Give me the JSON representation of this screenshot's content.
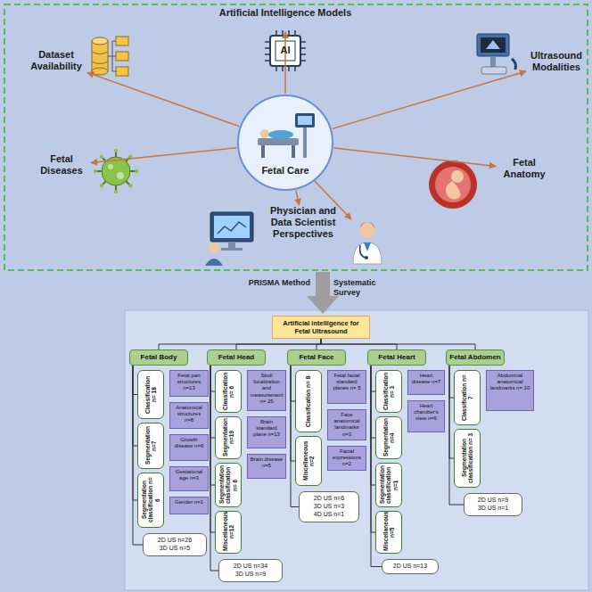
{
  "diagram": {
    "nodes": [
      {
        "text": [
          "Fetal Care"
        ]
      },
      {
        "text": [
          "Dataset Availability"
        ]
      },
      {
        "text": [
          "Artificial Intelligence Models"
        ]
      },
      {
        "text": [
          "Ultrasound Modalities"
        ]
      },
      {
        "text": [
          "Fetal Diseases"
        ]
      },
      {
        "text": [
          "Physician and Data Scientist Perspectives"
        ]
      },
      {
        "text": [
          "Fetal Anatomy"
        ]
      },
      {
        "text": [
          "Artificial intelligence for Fetal Ultrasound"
        ]
      },
      {
        "text": [
          "Fetal Body"
        ]
      },
      {
        "text": [
          "Fetal Head"
        ]
      },
      {
        "text": [
          "Fetal Face"
        ]
      },
      {
        "text": [
          "Fetal Heart"
        ]
      },
      {
        "text": [
          "Fetal Abdomen"
        ]
      },
      {
        "text": [
          "Classification n= 18"
        ]
      },
      {
        "text": [
          "Segmentation n=7"
        ]
      },
      {
        "text": [
          "Segmentation classification n= 6"
        ]
      },
      {
        "text": [
          "Fetal part structures n=13"
        ]
      },
      {
        "text": [
          "Anatomical structures n=8"
        ]
      },
      {
        "text": [
          "Growth disease n=6"
        ]
      },
      {
        "text": [
          "Gestational age n=3"
        ]
      },
      {
        "text": [
          "Gender n=1"
        ]
      },
      {
        "text": [
          "2D US n=26",
          "3D US n=5"
        ]
      },
      {
        "text": [
          "Classification n= 6"
        ]
      },
      {
        "text": [
          "Segmentation n=19"
        ]
      },
      {
        "text": [
          "Segmentation classification n= 6"
        ]
      },
      {
        "text": [
          "Miscellaneous n=12"
        ]
      },
      {
        "text": [
          "Skull localization and measurement n= 25"
        ]
      },
      {
        "text": [
          "Brain standard plane n=13"
        ]
      },
      {
        "text": [
          "Brain disease n=5"
        ]
      },
      {
        "text": [
          "2D US n=34",
          "3D US n=9"
        ]
      },
      {
        "text": [
          "Classification n= 8"
        ]
      },
      {
        "text": [
          "Miscellaneous n=2"
        ]
      },
      {
        "text": [
          "Fetal facial standard planes n= 5"
        ]
      },
      {
        "text": [
          "Face anatomical landmarks n=3"
        ]
      },
      {
        "text": [
          "Facial expressions n=2"
        ]
      },
      {
        "text": [
          "2D US n=6",
          "3D US n=3",
          "4D US n=1"
        ]
      },
      {
        "text": [
          "Classification n= 3"
        ]
      },
      {
        "text": [
          "Segmentation n=4"
        ]
      },
      {
        "text": [
          "Segmentation classification n=1"
        ]
      },
      {
        "text": [
          "Miscellaneous n=5"
        ]
      },
      {
        "text": [
          "Heart disease n=7"
        ]
      },
      {
        "text": [
          "Heart chamber's view n=6"
        ]
      },
      {
        "text": [
          "2D US n=13"
        ]
      },
      {
        "text": [
          "Classification n= 7"
        ]
      },
      {
        "text": [
          "Segmentation classification n= 3"
        ]
      },
      {
        "text": [
          "Abdominal anatomical landmarks n= 10"
        ]
      },
      {
        "text": [
          "2D US n=9",
          "3D US n=1"
        ]
      }
    ],
    "edges": [
      {
        "from": 0,
        "to": 1,
        "arrow": "to"
      },
      {
        "from": 0,
        "to": 2,
        "arrow": "to"
      },
      {
        "from": 0,
        "to": 3,
        "arrow": "to"
      },
      {
        "from": 0,
        "to": 4,
        "arrow": "to"
      },
      {
        "from": 0,
        "to": 5,
        "arrow": "to"
      },
      {
        "from": 0,
        "to": 6,
        "arrow": "to"
      },
      {
        "from": 7,
        "to": 8,
        "arrow": "none"
      },
      {
        "from": 7,
        "to": 9,
        "arrow": "none"
      },
      {
        "from": 7,
        "to": 10,
        "arrow": "none"
      },
      {
        "from": 7,
        "to": 11,
        "arrow": "none"
      },
      {
        "from": 7,
        "to": 12,
        "arrow": "none"
      },
      {
        "from": 8,
        "to": 13,
        "arrow": "none"
      },
      {
        "from": 8,
        "to": 14,
        "arrow": "none"
      },
      {
        "from": 8,
        "to": 15,
        "arrow": "none"
      },
      {
        "from": 8,
        "to": 21,
        "arrow": "none"
      },
      {
        "from": 9,
        "to": 22,
        "arrow": "none"
      },
      {
        "from": 9,
        "to": 23,
        "arrow": "none"
      },
      {
        "from": 9,
        "to": 24,
        "arrow": "none"
      },
      {
        "from": 9,
        "to": 25,
        "arrow": "none"
      },
      {
        "from": 9,
        "to": 29,
        "arrow": "none"
      },
      {
        "from": 10,
        "to": 30,
        "arrow": "none"
      },
      {
        "from": 10,
        "to": 31,
        "arrow": "none"
      },
      {
        "from": 10,
        "to": 35,
        "arrow": "none"
      },
      {
        "from": 11,
        "to": 36,
        "arrow": "none"
      },
      {
        "from": 11,
        "to": 37,
        "arrow": "none"
      },
      {
        "from": 11,
        "to": 38,
        "arrow": "none"
      },
      {
        "from": 11,
        "to": 39,
        "arrow": "none"
      },
      {
        "from": 11,
        "to": 42,
        "arrow": "none"
      },
      {
        "from": 12,
        "to": 43,
        "arrow": "none"
      },
      {
        "from": 12,
        "to": 44,
        "arrow": "none"
      },
      {
        "from": 12,
        "to": 46,
        "arrow": "none"
      }
    ],
    "labels": [
      "PRISMA Method",
      "Systematic Survey",
      "AI"
    ]
  }
}
